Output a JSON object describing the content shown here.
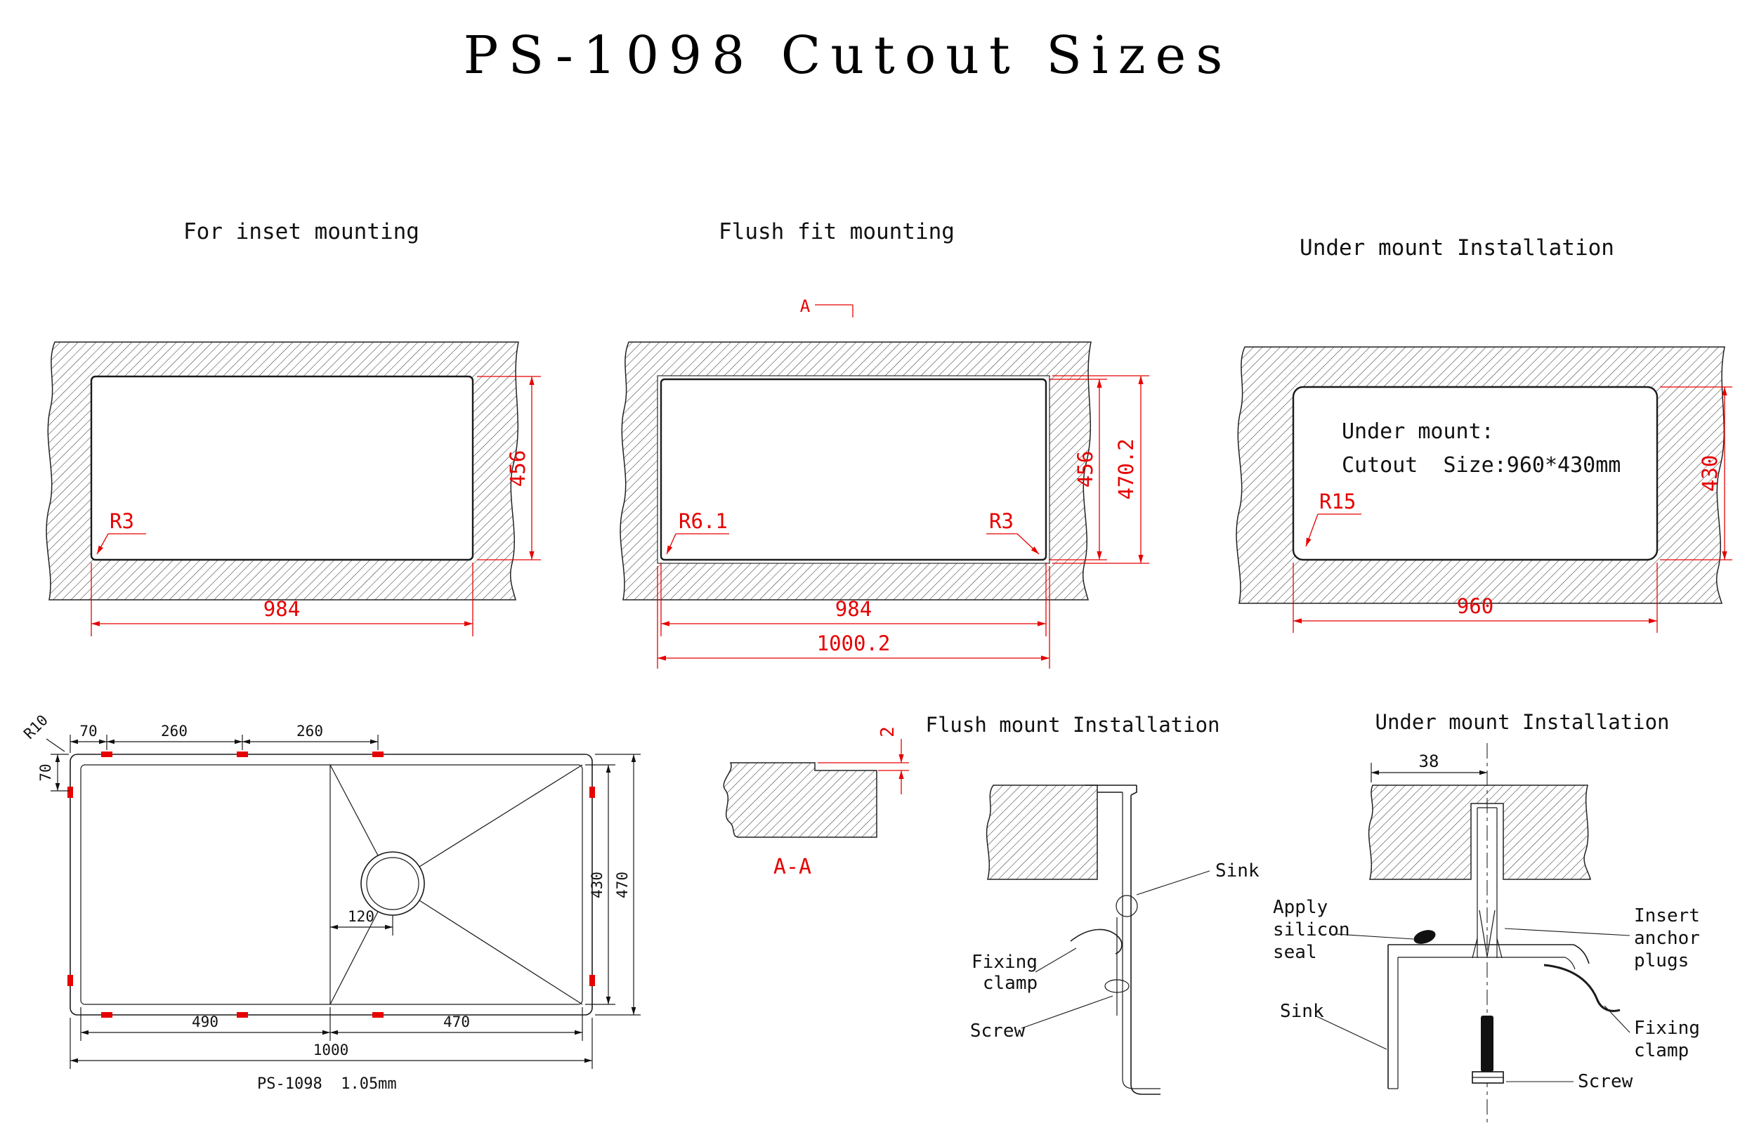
{
  "title": "PS-1098 Cutout Sizes",
  "colors": {
    "dimension": "#e60000",
    "line": "#1a1a1a"
  },
  "panel_inset": {
    "label": "For inset mounting",
    "dim_width": "984",
    "dim_height": "456",
    "radius": "R3"
  },
  "panel_flush": {
    "label": "Flush fit mounting",
    "section_letter_top": "A",
    "section_letter_bottom": "A",
    "dim_width_inner": "984",
    "dim_width_outer": "1000.2",
    "dim_height_inner": "456",
    "dim_height_outer": "470.2",
    "radius_left": "R6.1",
    "radius_right": "R3"
  },
  "panel_under": {
    "label": "Under mount Installation",
    "note_line1": "Under mount:",
    "note_line2": "Cutout  Size:960*430mm",
    "dim_width": "960",
    "dim_height": "430",
    "radius": "R15"
  },
  "sink_view": {
    "model": "PS-1098  1.05mm",
    "dim_r10": "R10",
    "dim_top_70": "70",
    "dim_top_260a": "260",
    "dim_top_260b": "260",
    "dim_left_70": "70",
    "dim_drain": "120",
    "dim_bowl_depth": "430",
    "dim_overall_depth": "470",
    "dim_bottom_left": "490",
    "dim_bottom_right": "470",
    "dim_overall_width": "1000"
  },
  "section_aa": {
    "label": "A-A",
    "dim_step": "2"
  },
  "flush_install": {
    "label": "Flush mount Installation",
    "callout_sink": "Sink",
    "callout_fixing_1": "Fixing",
    "callout_fixing_2": "clamp",
    "callout_screw": "Screw"
  },
  "under_install": {
    "label": "Under mount Installation",
    "dim_offset": "38",
    "callout_apply_1": "Apply",
    "callout_apply_2": "silicon",
    "callout_apply_3": "seal",
    "callout_insert_1": "Insert",
    "callout_insert_2": "anchor",
    "callout_insert_3": "plugs",
    "callout_sink": "Sink",
    "callout_fixing_1": "Fixing",
    "callout_fixing_2": "clamp",
    "callout_screw": "Screw"
  }
}
